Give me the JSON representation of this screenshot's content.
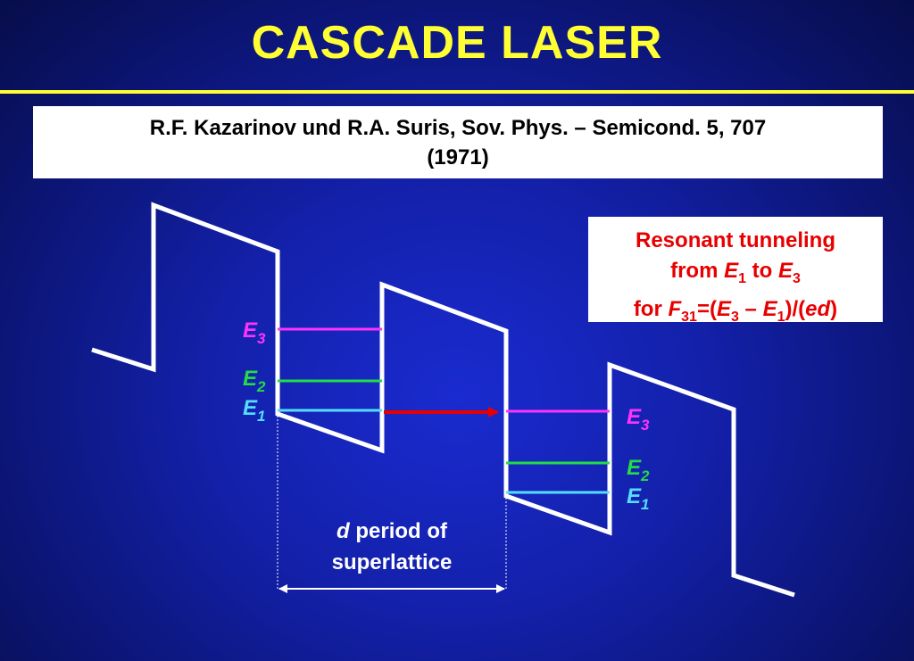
{
  "title": "CASCADE LASER",
  "reference": {
    "line1": "R.F. Kazarinov und R.A. Suris, Sov. Phys. – Semicond. 5, 707",
    "line2": "(1971)"
  },
  "note": {
    "line1": "Resonant tunneling",
    "line2_prefix": "from ",
    "line2_e1": "E",
    "line2_e1_sub": "1",
    "line2_mid": " to ",
    "line2_e3": "E",
    "line2_e3_sub": "3",
    "line3_prefix": "for ",
    "line3_f": "F",
    "line3_f_sub": "31",
    "line3_eq": "=(",
    "line3_e3": "E",
    "line3_e3_sub": "3",
    "line3_minus": " – ",
    "line3_e1": "E",
    "line3_e1_sub": "1",
    "line3_div": ")/(",
    "line3_ed": "ed",
    "line3_close": ")"
  },
  "levels_left": [
    {
      "name": "E",
      "sub": "3",
      "color": "#ff33ff"
    },
    {
      "name": "E",
      "sub": "2",
      "color": "#22dd44"
    },
    {
      "name": "E",
      "sub": "1",
      "color": "#55ddff"
    }
  ],
  "levels_right": [
    {
      "name": "E",
      "sub": "3",
      "color": "#ff33ff"
    },
    {
      "name": "E",
      "sub": "2",
      "color": "#22dd44"
    },
    {
      "name": "E",
      "sub": "1",
      "color": "#55ddff"
    }
  ],
  "period": {
    "symbol": "d",
    "line1_rest": " period of",
    "line2": "superlattice"
  },
  "colors": {
    "title": "#ffff33",
    "band_edge": "#ffffff",
    "E3": "#ff33ff",
    "E2": "#22dd44",
    "E1": "#55ddff",
    "tunnel_arrow": "#e80000",
    "note_text": "#e80000"
  }
}
